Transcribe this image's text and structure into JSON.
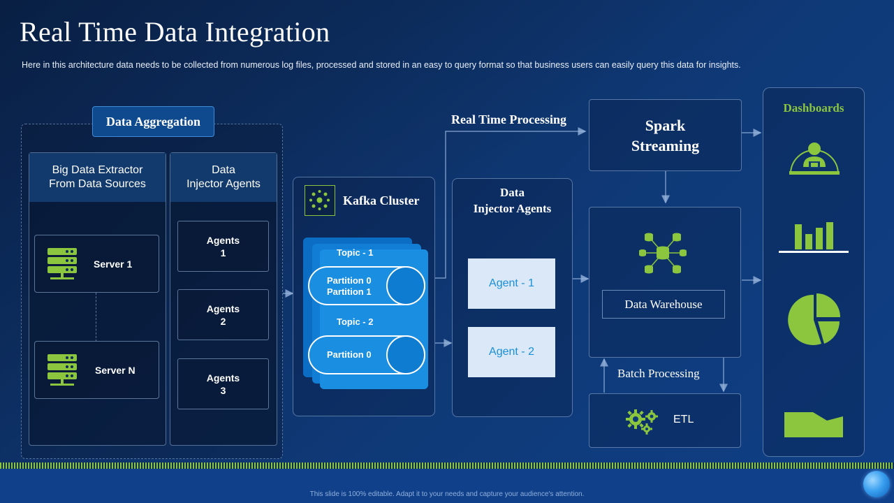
{
  "header": {
    "title": "Real Time Data Integration",
    "subtitle": "Here in this architecture data needs to be collected from numerous log files, processed and stored in an easy to query format so that business users can easily query this data for insights."
  },
  "aggregation": {
    "label": "Data Aggregation",
    "extractor": {
      "heading": "Big Data Extractor\nFrom Data Sources",
      "servers": [
        "Server 1",
        "Server N"
      ]
    },
    "injector": {
      "heading": "Data\nInjector  Agents",
      "agents": [
        "Agents\n1",
        "Agents\n2",
        "Agents\n3"
      ]
    }
  },
  "kafka": {
    "title": "Kafka Cluster",
    "topics": [
      {
        "label": "Topic - 1",
        "partitions": "Partition 0\nPartition 1"
      },
      {
        "label": "Topic - 2",
        "partitions": "Partition 0"
      }
    ]
  },
  "injector_agents": {
    "title": "Data\nInjector Agents",
    "agents": [
      "Agent  - 1",
      "Agent  - 2"
    ]
  },
  "processing": {
    "real_time_label": "Real Time Processing",
    "spark": "Spark\nStreaming",
    "warehouse": "Data Warehouse",
    "batch_label": "Batch Processing",
    "etl": "ETL"
  },
  "dashboards": {
    "title": "Dashboards"
  },
  "footer": {
    "note": "This slide is 100% editable. Adapt it to your needs and capture your audience's attention."
  },
  "colors": {
    "accent_green": "#8cc63f",
    "kafka_blue": "#1a8ee0",
    "agent_light": "#dbe8f8"
  }
}
